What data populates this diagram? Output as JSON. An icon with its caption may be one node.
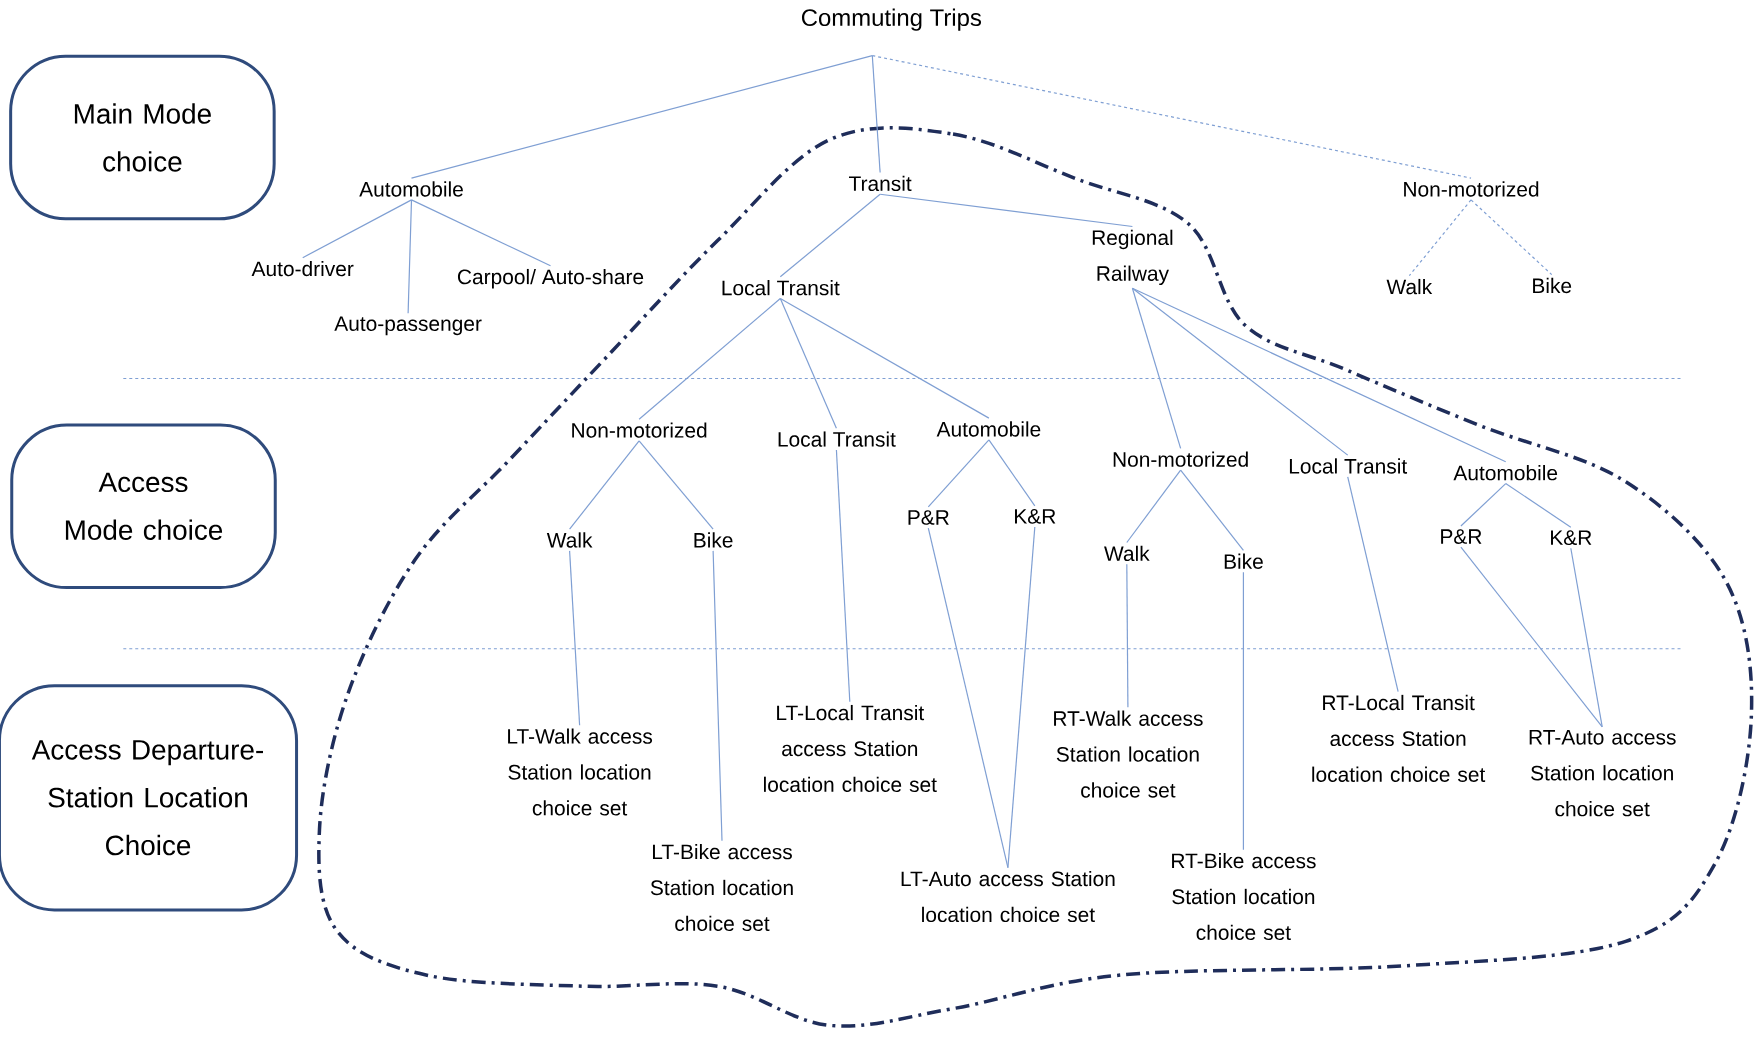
{
  "diagram": {
    "title": "Commuting Trips",
    "nodes": [
      {
        "text": [
          "Main Mode choice"
        ]
      },
      {
        "text": [
          "Access Mode choice"
        ]
      },
      {
        "text": [
          "Access Departure-Station Location Choice"
        ]
      },
      {
        "text": [
          "Automobile"
        ]
      },
      {
        "text": [
          "Transit"
        ]
      },
      {
        "text": [
          "Non-motorized"
        ]
      },
      {
        "text": [
          "Auto-driver"
        ]
      },
      {
        "text": [
          "Auto-passenger"
        ]
      },
      {
        "text": [
          "Carpool/ Auto-share"
        ]
      },
      {
        "text": [
          "Local Transit"
        ]
      },
      {
        "text": [
          "Regional Railway"
        ]
      },
      {
        "text": [
          "Walk"
        ]
      },
      {
        "text": [
          "Bike"
        ]
      },
      {
        "text": [
          "Non-motorized"
        ]
      },
      {
        "text": [
          "Local Transit"
        ]
      },
      {
        "text": [
          "Automobile"
        ]
      },
      {
        "text": [
          "Non-motorized"
        ]
      },
      {
        "text": [
          "Local Transit"
        ]
      },
      {
        "text": [
          "Automobile"
        ]
      },
      {
        "text": [
          "Walk"
        ]
      },
      {
        "text": [
          "Bike"
        ]
      },
      {
        "text": [
          "P&R"
        ]
      },
      {
        "text": [
          "K&R"
        ]
      },
      {
        "text": [
          "Walk"
        ]
      },
      {
        "text": [
          "Bike"
        ]
      },
      {
        "text": [
          "P&R"
        ]
      },
      {
        "text": [
          "K&R"
        ]
      },
      {
        "text": [
          "LT-Walk access Station location choice set"
        ]
      },
      {
        "text": [
          "LT-Bike access Station location choice set"
        ]
      },
      {
        "text": [
          "LT-Local Transit access Station location choice set"
        ]
      },
      {
        "text": [
          "LT-Auto access Station location choice set"
        ]
      },
      {
        "text": [
          "RT-Walk access Station location choice set"
        ]
      },
      {
        "text": [
          "RT-Bike access Station location choice set"
        ]
      },
      {
        "text": [
          "RT-Local Transit access Station location choice set"
        ]
      },
      {
        "text": [
          "RT-Auto access Station location choice set"
        ]
      }
    ],
    "edges": [
      {
        "from": null,
        "to": 3,
        "arrow": "none"
      },
      {
        "from": null,
        "to": 4,
        "arrow": "none"
      },
      {
        "from": null,
        "to": 5,
        "arrow": "none",
        "style": "dashed"
      },
      {
        "from": 3,
        "to": 6,
        "arrow": "none"
      },
      {
        "from": 3,
        "to": 7,
        "arrow": "none"
      },
      {
        "from": 3,
        "to": 8,
        "arrow": "none"
      },
      {
        "from": 4,
        "to": 9,
        "arrow": "none"
      },
      {
        "from": 4,
        "to": 10,
        "arrow": "none"
      },
      {
        "from": 5,
        "to": 11,
        "arrow": "none",
        "style": "dashed"
      },
      {
        "from": 5,
        "to": 12,
        "arrow": "none",
        "style": "dashed"
      },
      {
        "from": 9,
        "to": 13,
        "arrow": "none"
      },
      {
        "from": 9,
        "to": 14,
        "arrow": "none"
      },
      {
        "from": 9,
        "to": 15,
        "arrow": "none"
      },
      {
        "from": 10,
        "to": 16,
        "arrow": "none"
      },
      {
        "from": 10,
        "to": 17,
        "arrow": "none"
      },
      {
        "from": 10,
        "to": 18,
        "arrow": "none"
      },
      {
        "from": 13,
        "to": 19,
        "arrow": "none"
      },
      {
        "from": 13,
        "to": 20,
        "arrow": "none"
      },
      {
        "from": 15,
        "to": 21,
        "arrow": "none"
      },
      {
        "from": 15,
        "to": 22,
        "arrow": "none"
      },
      {
        "from": 16,
        "to": 23,
        "arrow": "none"
      },
      {
        "from": 16,
        "to": 24,
        "arrow": "none"
      },
      {
        "from": 18,
        "to": 25,
        "arrow": "none"
      },
      {
        "from": 18,
        "to": 26,
        "arrow": "none"
      },
      {
        "from": 19,
        "to": 27,
        "arrow": "none"
      },
      {
        "from": 20,
        "to": 28,
        "arrow": "none"
      },
      {
        "from": 14,
        "to": 29,
        "arrow": "none"
      },
      {
        "from": 21,
        "to": 30,
        "arrow": "none"
      },
      {
        "from": 22,
        "to": 30,
        "arrow": "none"
      },
      {
        "from": 23,
        "to": 31,
        "arrow": "none"
      },
      {
        "from": 24,
        "to": 32,
        "arrow": "none"
      },
      {
        "from": 17,
        "to": 33,
        "arrow": "none"
      },
      {
        "from": 25,
        "to": 34,
        "arrow": "none"
      },
      {
        "from": 26,
        "to": 34,
        "arrow": "none"
      }
    ]
  }
}
